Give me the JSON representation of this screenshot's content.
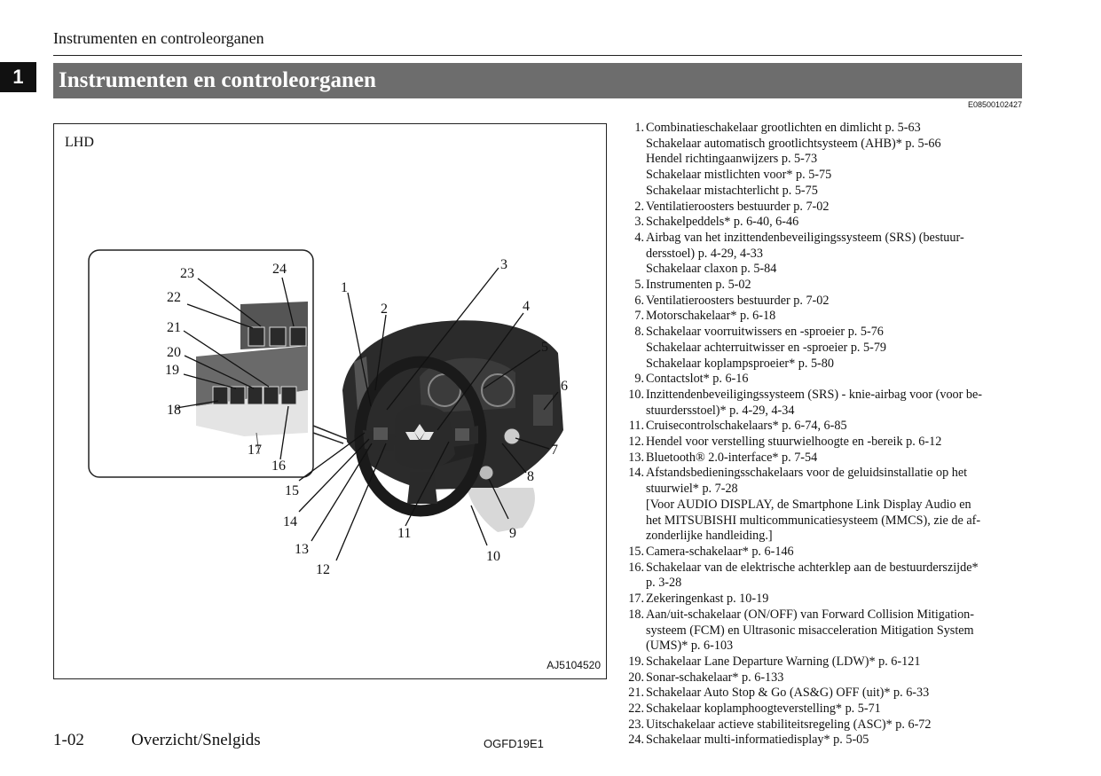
{
  "running_header": "Instrumenten en controleorganen",
  "chapter_number": "1",
  "section_title": "Instrumenten en controleorganen",
  "doc_code": "E08500102427",
  "figure": {
    "label": "LHD",
    "code": "AJ5104520",
    "callouts": [
      "1",
      "2",
      "3",
      "4",
      "5",
      "6",
      "7",
      "8",
      "9",
      "10",
      "11",
      "12",
      "13",
      "14",
      "15",
      "16",
      "17",
      "18",
      "19",
      "20",
      "21",
      "22",
      "23",
      "24"
    ]
  },
  "legend": [
    {
      "num": "1.",
      "lines": [
        "Combinatieschakelaar grootlichten en dimlicht p. 5-63",
        "Schakelaar automatisch grootlichtsysteem (AHB)* p. 5-66",
        "Hendel richtingaanwijzers p. 5-73",
        "Schakelaar mistlichten voor* p. 5-75",
        "Schakelaar mistachterlicht p. 5-75"
      ]
    },
    {
      "num": "2.",
      "lines": [
        "Ventilatieroosters bestuurder p. 7-02"
      ]
    },
    {
      "num": "3.",
      "lines": [
        "Schakelpeddels* p. 6-40, 6-46"
      ]
    },
    {
      "num": "4.",
      "lines": [
        "Airbag van het inzittendenbeveiligingssysteem (SRS) (bestuur-",
        "dersstoel) p. 4-29, 4-33",
        "Schakelaar claxon p. 5-84"
      ]
    },
    {
      "num": "5.",
      "lines": [
        "Instrumenten p. 5-02"
      ]
    },
    {
      "num": "6.",
      "lines": [
        "Ventilatieroosters bestuurder p. 7-02"
      ]
    },
    {
      "num": "7.",
      "lines": [
        "Motorschakelaar* p. 6-18"
      ]
    },
    {
      "num": "8.",
      "lines": [
        "Schakelaar voorruitwissers en -sproeier p. 5-76",
        "Schakelaar achterruitwisser en -sproeier p. 5-79",
        "Schakelaar koplampsproeier* p. 5-80"
      ]
    },
    {
      "num": "9.",
      "lines": [
        "Contactslot* p. 6-16"
      ]
    },
    {
      "num": "10.",
      "lines": [
        "Inzittendenbeveiligingssysteem (SRS) - knie-airbag voor (voor be-",
        "stuurdersstoel)* p. 4-29, 4-34"
      ]
    },
    {
      "num": "11.",
      "lines": [
        "Cruisecontrolschakelaars* p. 6-74, 6-85"
      ]
    },
    {
      "num": "12.",
      "lines": [
        "Hendel voor verstelling stuurwielhoogte en -bereik p. 6-12"
      ]
    },
    {
      "num": "13.",
      "lines": [
        "Bluetooth® 2.0-interface* p. 7-54"
      ]
    },
    {
      "num": "14.",
      "lines": [
        "Afstandsbedieningsschakelaars voor de geluidsinstallatie op het",
        "stuurwiel* p. 7-28",
        "[Voor AUDIO DISPLAY, de Smartphone Link Display Audio en",
        "het MITSUBISHI multicommunicatiesysteem (MMCS), zie de af-",
        "zonderlijke handleiding.]"
      ]
    },
    {
      "num": "15.",
      "lines": [
        "Camera-schakelaar* p. 6-146"
      ]
    },
    {
      "num": "16.",
      "lines": [
        "Schakelaar van de elektrische achterklep aan de bestuurderszijde*",
        "p. 3-28"
      ]
    },
    {
      "num": "17.",
      "lines": [
        "Zekeringenkast p. 10-19"
      ]
    },
    {
      "num": "18.",
      "lines": [
        "Aan/uit-schakelaar (ON/OFF) van Forward Collision Mitigation-",
        "systeem (FCM) en Ultrasonic misacceleration Mitigation System",
        "(UMS)* p. 6-103"
      ]
    },
    {
      "num": "19.",
      "lines": [
        "Schakelaar Lane Departure Warning (LDW)* p. 6-121"
      ]
    },
    {
      "num": "20.",
      "lines": [
        "Sonar-schakelaar* p. 6-133"
      ]
    },
    {
      "num": "21.",
      "lines": [
        "Schakelaar Auto Stop & Go (AS&G) OFF (uit)* p. 6-33"
      ]
    },
    {
      "num": "22.",
      "lines": [
        "Schakelaar koplamphoogteverstelling* p. 5-71"
      ]
    },
    {
      "num": "23.",
      "lines": [
        "Uitschakelaar actieve stabiliteitsregeling (ASC)* p. 6-72"
      ]
    },
    {
      "num": "24.",
      "lines": [
        "Schakelaar multi-informatiedisplay* p. 5-05"
      ]
    }
  ],
  "footer": {
    "page_number": "1-02",
    "section": "Overzicht/Snelgids",
    "code": "OGFD19E1"
  }
}
